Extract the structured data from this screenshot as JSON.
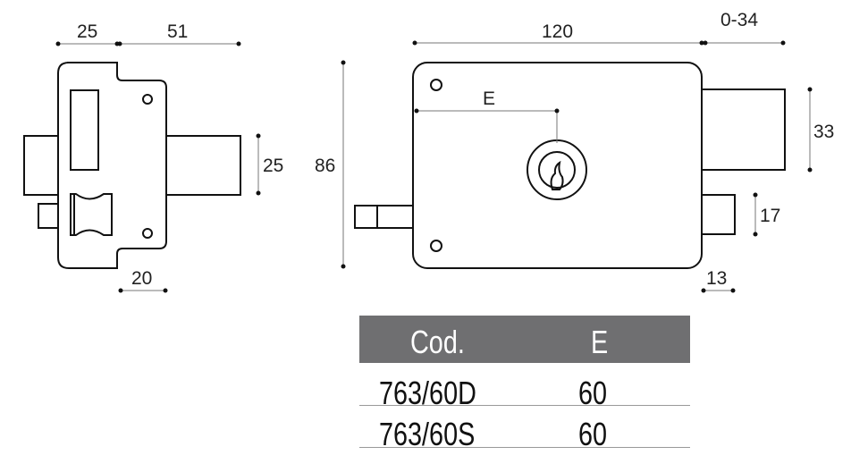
{
  "dimensions": {
    "side_left_width": "25",
    "side_right_width": "51",
    "side_bolt_height": "25",
    "side_bottom": "20",
    "front_width": "120",
    "front_projection": "0-34",
    "front_e": "E",
    "front_height": "86",
    "bolt_height": "33",
    "latch_height": "17",
    "latch_depth": "13"
  },
  "table": {
    "headers": [
      "Cod.",
      "E"
    ],
    "rows": [
      [
        "763/60D",
        "60"
      ],
      [
        "763/60S",
        "60"
      ]
    ]
  },
  "colors": {
    "header_bg": "#6f6f71",
    "line": "#111111"
  }
}
